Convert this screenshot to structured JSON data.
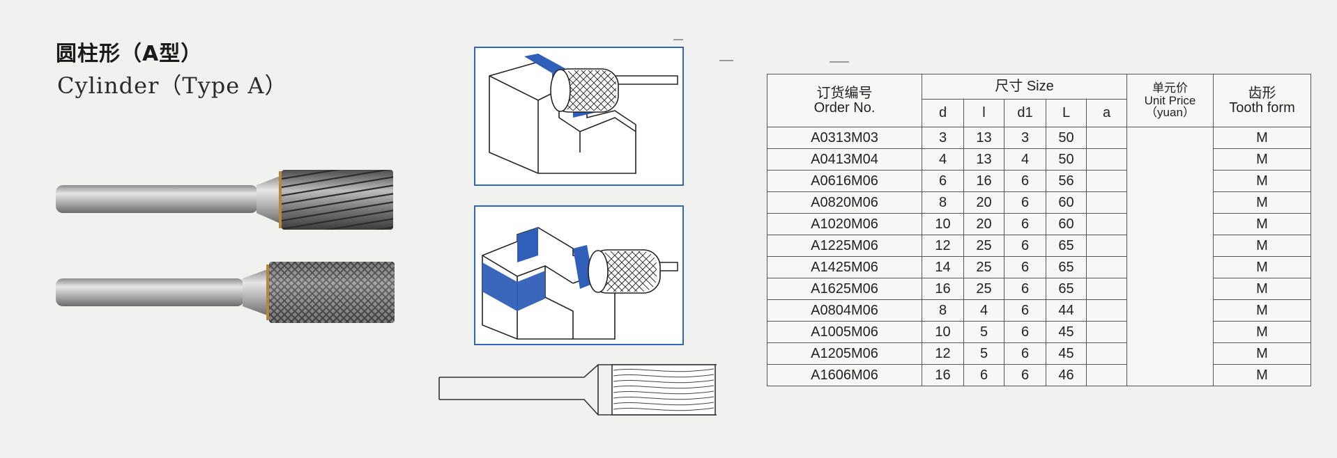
{
  "heading": {
    "title_cn": "圆柱形（A型）",
    "title_en": "Cylinder（Type A）"
  },
  "table": {
    "header": {
      "order_cn": "订货编号",
      "order_en": "Order No.",
      "size": "尺寸 Size",
      "price_cn": "单元价",
      "price_en": "Unit Price",
      "price_unit": "（yuan）",
      "tooth_cn": "齿形",
      "tooth_en": "Tooth form",
      "cols": [
        "d",
        "l",
        "d1",
        "L",
        "a"
      ]
    },
    "rows": [
      {
        "order": "A0313M03",
        "d": "3",
        "l": "13",
        "d1": "3",
        "L": "50",
        "a": "",
        "price": "",
        "tooth": "M"
      },
      {
        "order": "A0413M04",
        "d": "4",
        "l": "13",
        "d1": "4",
        "L": "50",
        "a": "",
        "price": "",
        "tooth": "M"
      },
      {
        "order": "A0616M06",
        "d": "6",
        "l": "16",
        "d1": "6",
        "L": "56",
        "a": "",
        "price": "",
        "tooth": "M"
      },
      {
        "order": "A0820M06",
        "d": "8",
        "l": "20",
        "d1": "6",
        "L": "60",
        "a": "",
        "price": "",
        "tooth": "M"
      },
      {
        "order": "A1020M06",
        "d": "10",
        "l": "20",
        "d1": "6",
        "L": "60",
        "a": "",
        "price": "",
        "tooth": "M"
      },
      {
        "order": "A1225M06",
        "d": "12",
        "l": "25",
        "d1": "6",
        "L": "65",
        "a": "",
        "price": "",
        "tooth": "M"
      },
      {
        "order": "A1425M06",
        "d": "14",
        "l": "25",
        "d1": "6",
        "L": "65",
        "a": "",
        "price": "",
        "tooth": "M"
      },
      {
        "order": "A1625M06",
        "d": "16",
        "l": "25",
        "d1": "6",
        "L": "65",
        "a": "",
        "price": "",
        "tooth": "M"
      },
      {
        "order": "A0804M06",
        "d": "8",
        "l": "4",
        "d1": "6",
        "L": "44",
        "a": "",
        "price": "",
        "tooth": "M"
      },
      {
        "order": "A1005M06",
        "d": "10",
        "l": "5",
        "d1": "6",
        "L": "45",
        "a": "",
        "price": "",
        "tooth": "M"
      },
      {
        "order": "A1205M06",
        "d": "12",
        "l": "5",
        "d1": "6",
        "L": "45",
        "a": "",
        "price": "",
        "tooth": "M"
      },
      {
        "order": "A1606M06",
        "d": "16",
        "l": "6",
        "d1": "6",
        "L": "46",
        "a": "",
        "price": "",
        "tooth": "M"
      }
    ]
  },
  "colors": {
    "diagram_border": "#2f68b8",
    "workpiece_blue": "#2f5fb8",
    "ink": "#1a1a1a"
  }
}
